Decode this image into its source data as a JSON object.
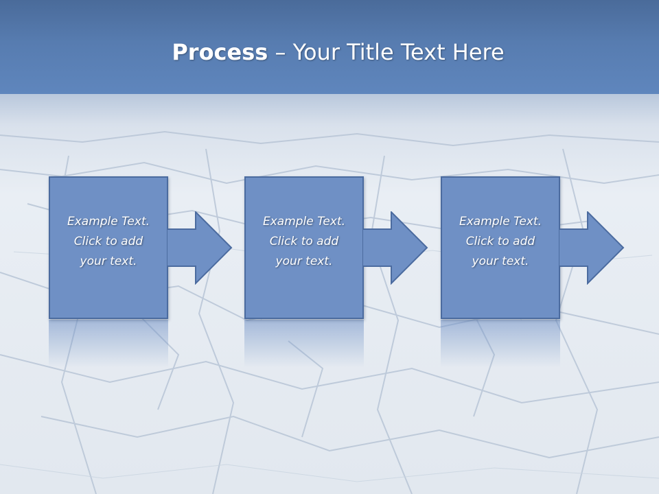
{
  "slide": {
    "title_bold": "Process",
    "title_rest": " – Your Title Text Here"
  },
  "steps": [
    {
      "text": "Example Text.\nClick  to add\nyour text."
    },
    {
      "text": "Example Text.\nClick  to add\nyour text."
    },
    {
      "text": "Example Text.\nClick  to add\nyour text."
    }
  ],
  "colors": {
    "title_bar": "#577cb0",
    "box_fill": "#6f90c5",
    "box_border": "#4b6b9f",
    "text": "#ffffff"
  },
  "icons": [
    "right-arrow-icon"
  ]
}
